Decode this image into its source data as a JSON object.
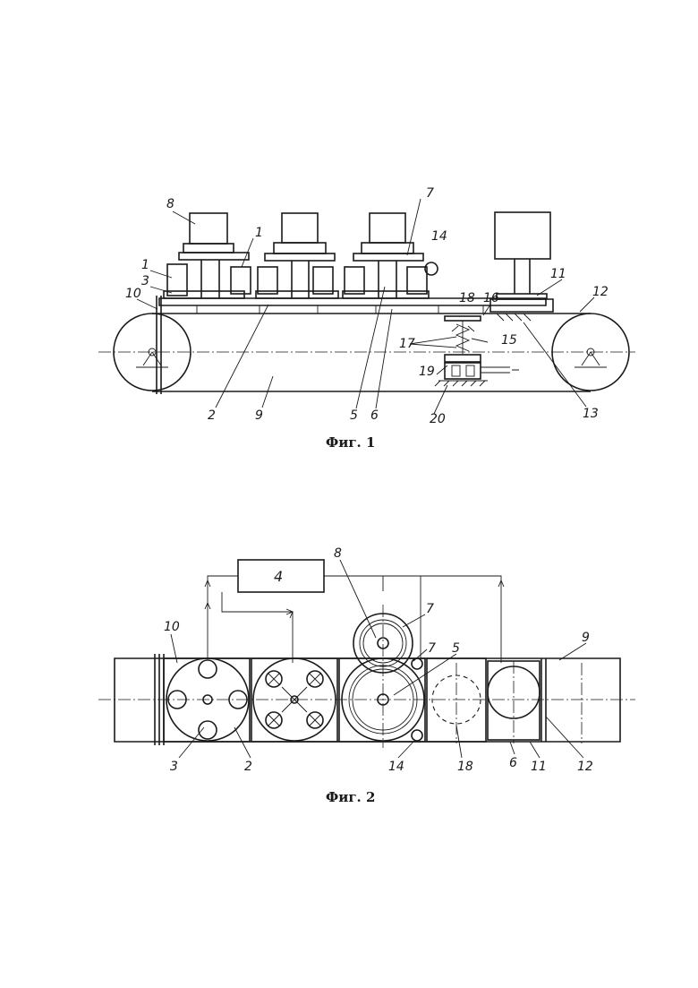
{
  "figure1": {
    "caption": "Фиг. 1",
    "labels": [
      "8",
      "7",
      "1",
      "14",
      "1",
      "3",
      "10",
      "18",
      "16",
      "11",
      "12",
      "17",
      "15",
      "19",
      "2",
      "9",
      "5",
      "6",
      "20",
      "13"
    ]
  },
  "figure2": {
    "caption": "Фиг. 2",
    "block_label": "4",
    "labels": [
      "8",
      "7",
      "7",
      "5",
      "9",
      "10",
      "3",
      "2",
      "14",
      "18",
      "6",
      "11",
      "12"
    ]
  },
  "colors": {
    "ink": "#1a1a1a",
    "paper": "#ffffff"
  }
}
